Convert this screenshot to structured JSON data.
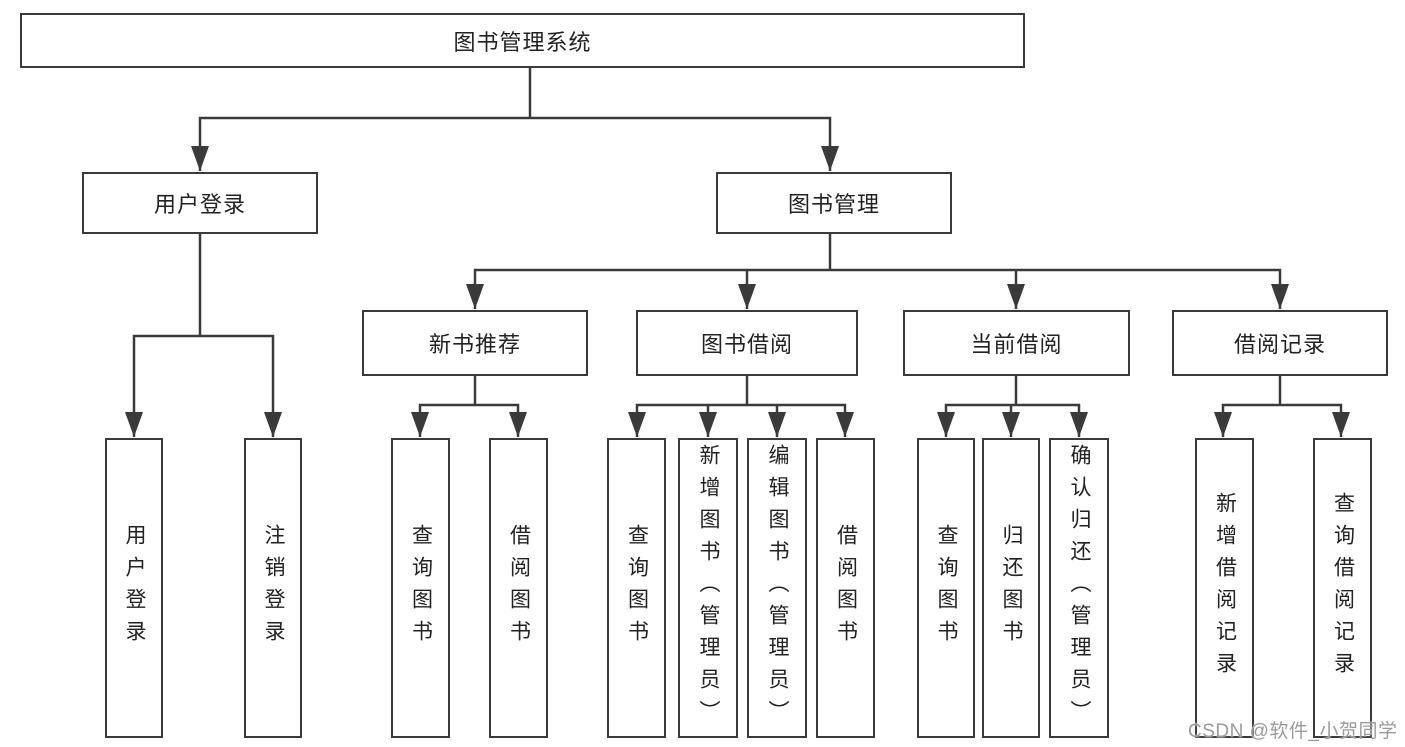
{
  "tree": {
    "root": {
      "label": "图书管理系统"
    },
    "level1": [
      {
        "label": "用户登录",
        "children": [
          {
            "label": "用户登录"
          },
          {
            "label": "注销登录"
          }
        ]
      },
      {
        "label": "图书管理",
        "children": [
          {
            "label": "新书推荐",
            "children": [
              {
                "label": "查询图书"
              },
              {
                "label": "借阅图书"
              }
            ]
          },
          {
            "label": "图书借阅",
            "children": [
              {
                "label": "查询图书"
              },
              {
                "label": "新增图书（管理员）"
              },
              {
                "label": "编辑图书（管理员）"
              },
              {
                "label": "借阅图书"
              }
            ]
          },
          {
            "label": "当前借阅",
            "children": [
              {
                "label": "查询图书"
              },
              {
                "label": "归还图书"
              },
              {
                "label": "确认归还（管理员）"
              }
            ]
          },
          {
            "label": "借阅记录",
            "children": [
              {
                "label": "新增借阅记录"
              },
              {
                "label": "查询借阅记录"
              }
            ]
          }
        ]
      }
    ]
  },
  "watermark": {
    "text": "CSDN @软件_小贺同学"
  },
  "colors": {
    "line": "#3a3a3a",
    "box_border": "#3a3a3a",
    "box_background": "#ffffff",
    "text": "#222222",
    "watermark": "#9b9b9b"
  }
}
